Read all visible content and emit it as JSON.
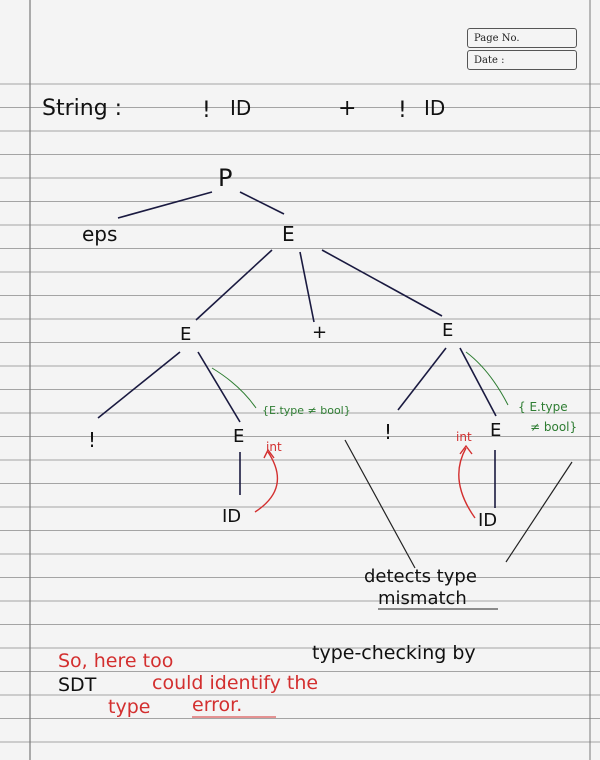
{
  "header": {
    "page_no_label": "Page No.",
    "date_label": "Date :"
  },
  "string_line": {
    "label": "String :",
    "bang1": "!",
    "id1": "ID",
    "plus": "+",
    "bang2": "!",
    "id2": "ID"
  },
  "tree": {
    "root": "P",
    "eps": "eps",
    "e_top": "E",
    "e_left": "E",
    "plus": "+",
    "e_right": "E",
    "bang_left": "!",
    "e_ll": "E",
    "bang_right": "!",
    "e_rr": "E",
    "id_left": "ID",
    "id_right": "ID"
  },
  "annotations": {
    "green_left": "{E.type ≠ bool}",
    "green_right_1": "{ E.type",
    "green_right_2": "≠ bool}",
    "int_left": "int",
    "int_right": "int",
    "detects_1": "detects type",
    "detects_2": "mismatch"
  },
  "conclusion": {
    "line1a": "So, here too",
    "line1b": "type-checking by",
    "line2a": "SDT",
    "line2b": "could identify the",
    "line3a": "type",
    "line3b": "error."
  },
  "colors": {
    "ink": "#111111",
    "green": "#2e7d32",
    "red": "#d32f2f",
    "rule": "#8a8a8a",
    "margin": "#7a7a7a"
  }
}
